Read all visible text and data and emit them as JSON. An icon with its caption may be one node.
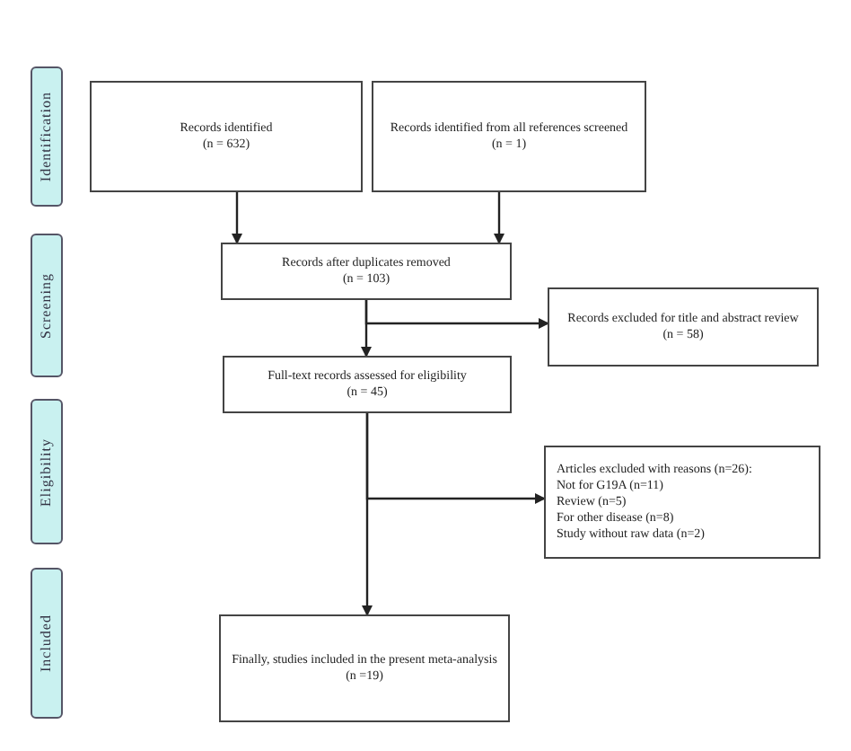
{
  "diagram": {
    "nodes": [
      {
        "text": [
          "Identification"
        ]
      },
      {
        "text": [
          "Screening"
        ]
      },
      {
        "text": [
          "Eligibility"
        ]
      },
      {
        "text": [
          "Included"
        ]
      },
      {
        "text": [
          "Records identified",
          "(n = 632)"
        ]
      },
      {
        "text": [
          "Records identified from all references screened",
          "(n = 1)"
        ]
      },
      {
        "text": [
          "Records after duplicates removed",
          "(n = 103)"
        ]
      },
      {
        "text": [
          "Records excluded for title and abstract review",
          "(n = 58)"
        ]
      },
      {
        "text": [
          "Full-text records assessed for eligibility",
          "(n = 45)"
        ]
      },
      {
        "text": [
          "Articles excluded with reasons (n=26):",
          "Not for G19A (n=11)",
          "Review (n=5)",
          "For other disease (n=8)",
          "Study without raw data (n=2)"
        ]
      },
      {
        "text": [
          "Finally, studies included in the present meta-analysis",
          "(n =19)"
        ]
      }
    ],
    "edges": [
      {
        "from": 4,
        "to": 6,
        "arrow": "to"
      },
      {
        "from": 5,
        "to": 6,
        "arrow": "to"
      },
      {
        "from": 6,
        "to": 7,
        "arrow": "to"
      },
      {
        "from": 6,
        "to": 8,
        "arrow": "to"
      },
      {
        "from": 8,
        "to": 9,
        "arrow": "to"
      },
      {
        "from": 8,
        "to": 10,
        "arrow": "to"
      }
    ]
  }
}
